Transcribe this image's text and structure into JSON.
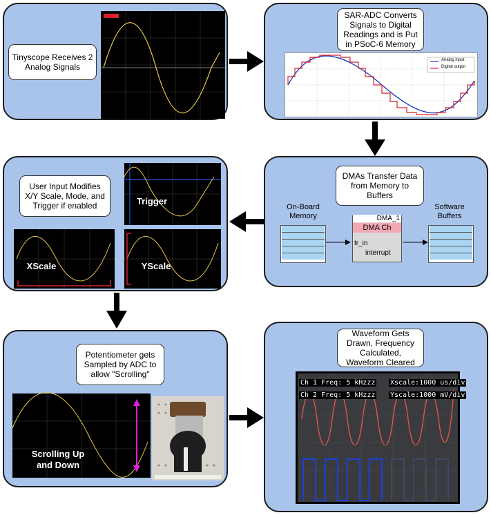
{
  "steps": {
    "receive": {
      "label": "Tinyscope Receives 2 Analog Signals"
    },
    "convert": {
      "label": "SAR-ADC Converts Signals to Digital Readings and is Put in PSoC-6 Memory",
      "legend": [
        "Analog input",
        "Digital output"
      ]
    },
    "dma": {
      "label": "DMAs Transfer Data from Memory to Buffers",
      "memory_label": "On-Board Memory",
      "buffer_label": "Software Buffers",
      "component_title": "DMA_1",
      "component_header": "DMA Ch",
      "port_in": "tr_in",
      "port_out": "interrupt"
    },
    "user_input": {
      "label": "User Input Modifies X/Y Scale, Mode, and Trigger if enabled",
      "trigger": "Trigger",
      "xscale": "XScale",
      "yscale": "YScale"
    },
    "pot": {
      "label": "Potentiometer gets Sampled by ADC to allow \"Scrolling\"",
      "scroll_text": "Scrolling Up and Down"
    },
    "waveform": {
      "label": "Waveform Gets Drawn, Frequency Calculated, Waveform Cleared",
      "ch1": "Ch 1 Freq: 5 kHzzz",
      "ch2": "Ch 2 Freq: 5 kHzzz",
      "xscale": "Xscale:1000 us/div",
      "yscale": "Yscale:1000 mV/div"
    }
  },
  "colors": {
    "panel": "#a9c4eb",
    "trace": "#e8c84a",
    "analog": "#1f3fbf",
    "digital": "#d8202a",
    "scroll_arrow": "#e01fd6"
  }
}
